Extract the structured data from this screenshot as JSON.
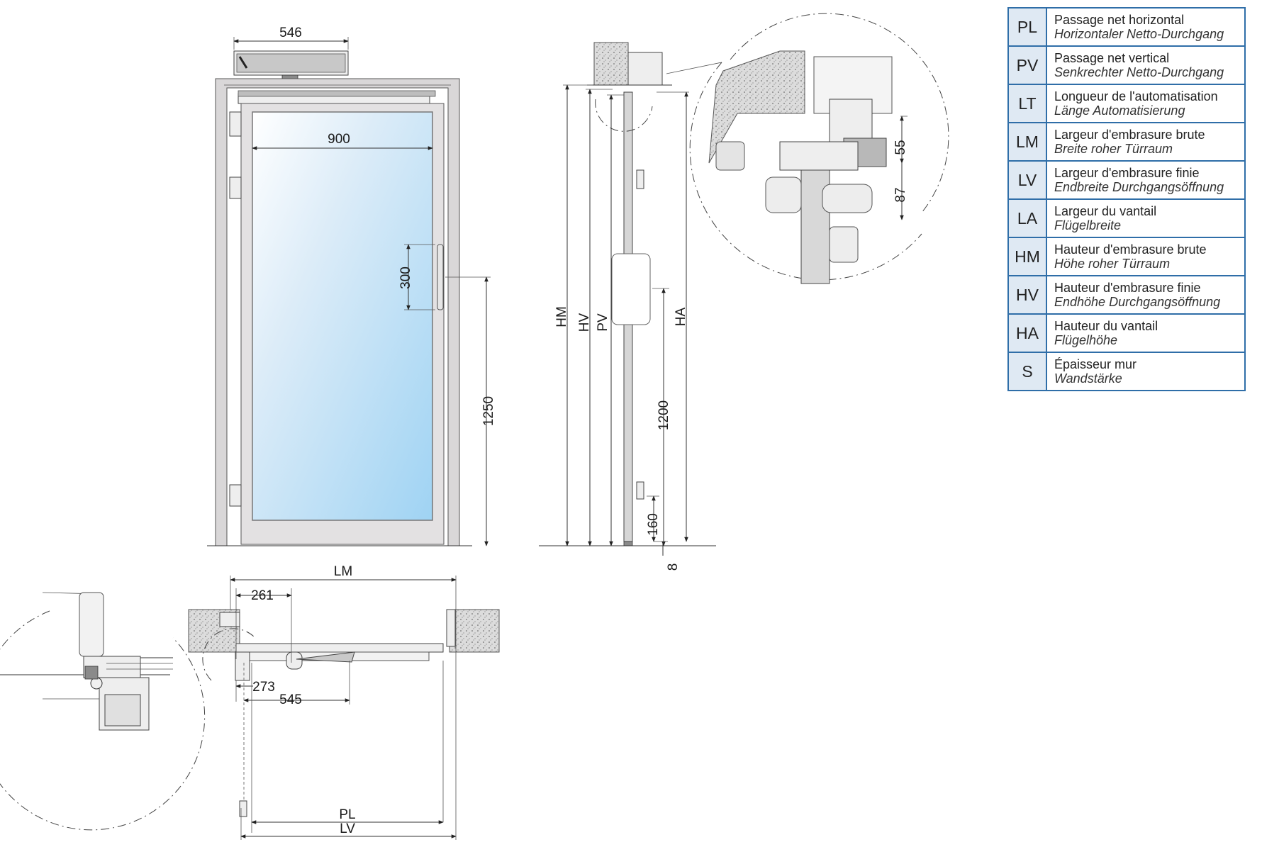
{
  "dimensions": {
    "operator_length": "546",
    "passage_width": "900",
    "handle_length": "300",
    "handle_height": "1250",
    "side_handle_height": "1200",
    "bottom_offset": "160",
    "floor_gap": "8",
    "detail_55": "55",
    "detail_87": "87",
    "plan_261": "261",
    "plan_273": "273",
    "plan_545": "545"
  },
  "plan_labels": {
    "lm": "LM",
    "pl": "PL",
    "lv": "LV"
  },
  "side_labels": {
    "hm": "HM",
    "hv": "HV",
    "pv": "PV",
    "ha": "HA"
  },
  "legend": [
    {
      "code": "PL",
      "fr": "Passage net horizontal",
      "de": "Horizontaler Netto-Durchgang"
    },
    {
      "code": "PV",
      "fr": "Passage net vertical",
      "de": "Senkrechter Netto-Durchgang"
    },
    {
      "code": "LT",
      "fr": "Longueur de l'automatisation",
      "de": "Länge Automatisierung"
    },
    {
      "code": "LM",
      "fr": "Largeur d'embrasure brute",
      "de": "Breite roher Türraum"
    },
    {
      "code": "LV",
      "fr": "Largeur d'embrasure finie",
      "de": "Endbreite Durchgangsöffnung"
    },
    {
      "code": "LA",
      "fr": "Largeur du vantail",
      "de": "Flügelbreite"
    },
    {
      "code": "HM",
      "fr": "Hauteur d'embrasure brute",
      "de": "Höhe roher Türraum"
    },
    {
      "code": "HV",
      "fr": "Hauteur d'embrasure finie",
      "de": "Endhöhe Durchgangsöffnung"
    },
    {
      "code": "HA",
      "fr": "Hauteur du vantail",
      "de": "Flügelhöhe"
    },
    {
      "code": "S",
      "fr": "Épaisseur mur",
      "de": "Wandstärke"
    }
  ]
}
